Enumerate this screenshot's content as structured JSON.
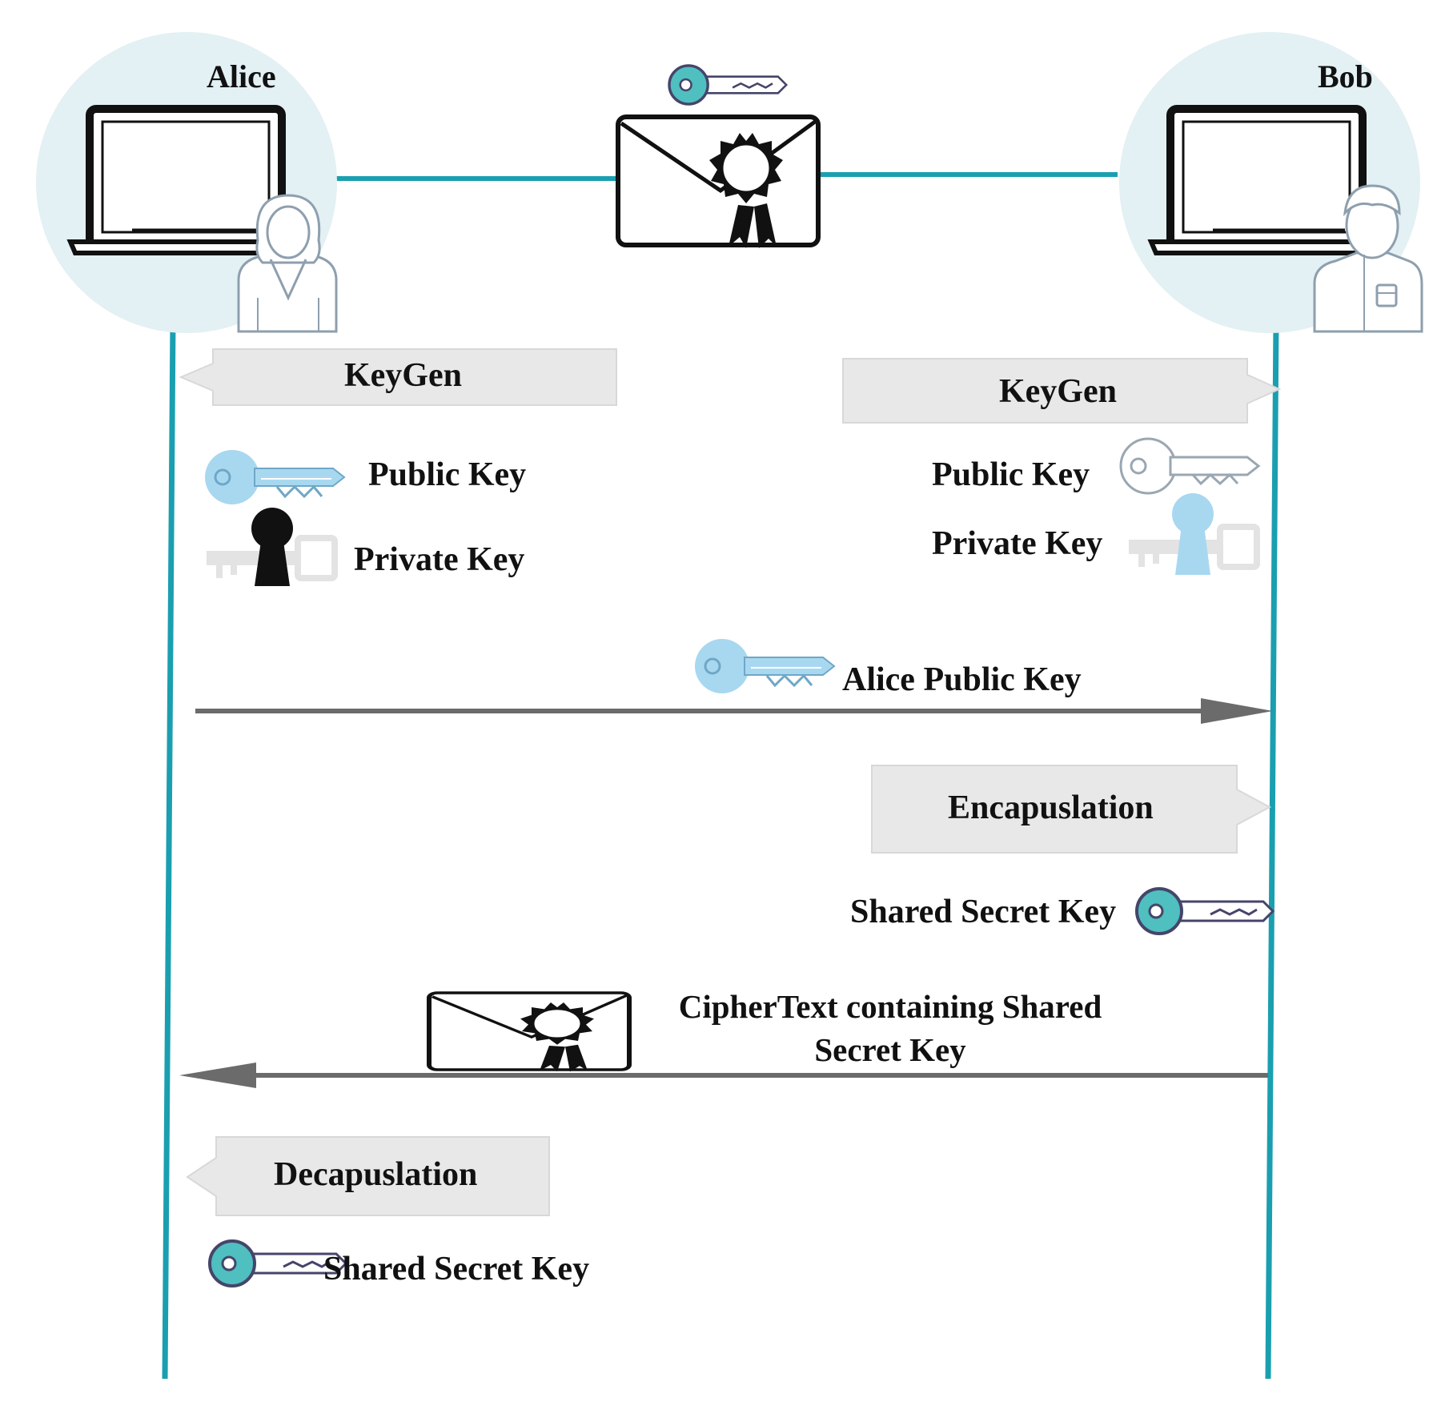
{
  "parties": {
    "alice": {
      "name": "Alice"
    },
    "bob": {
      "name": "Bob"
    }
  },
  "alice_steps": {
    "keygen": "KeyGen",
    "public_key": "Public Key",
    "private_key": "Private Key",
    "decapsulation": "Decapuslation",
    "shared_secret_key": "Shared Secret Key"
  },
  "bob_steps": {
    "keygen": "KeyGen",
    "public_key": "Public Key",
    "private_key": "Private Key",
    "encapsulation": "Encapuslation",
    "shared_secret_key": "Shared Secret Key"
  },
  "messages": {
    "alice_public_key": "Alice Public Key",
    "ciphertext": "CipherText containing Shared Secret Key"
  },
  "colors": {
    "lifeline": "#1a9fb0",
    "circle_bg": "#e3f0f4",
    "step_box": "#e8e8e8",
    "arrow": "#6b6b6b",
    "light_blue_key": "#a8d8f0",
    "teal_key": "#4fbfbf",
    "grey_key": "#e3e3e3"
  },
  "icons": {
    "alice_device": "laptop-icon",
    "alice_avatar": "woman-avatar-icon",
    "bob_device": "laptop-icon",
    "bob_avatar": "man-avatar-icon",
    "channel": "sealed-envelope-icon",
    "shared_key": "key-icon"
  }
}
